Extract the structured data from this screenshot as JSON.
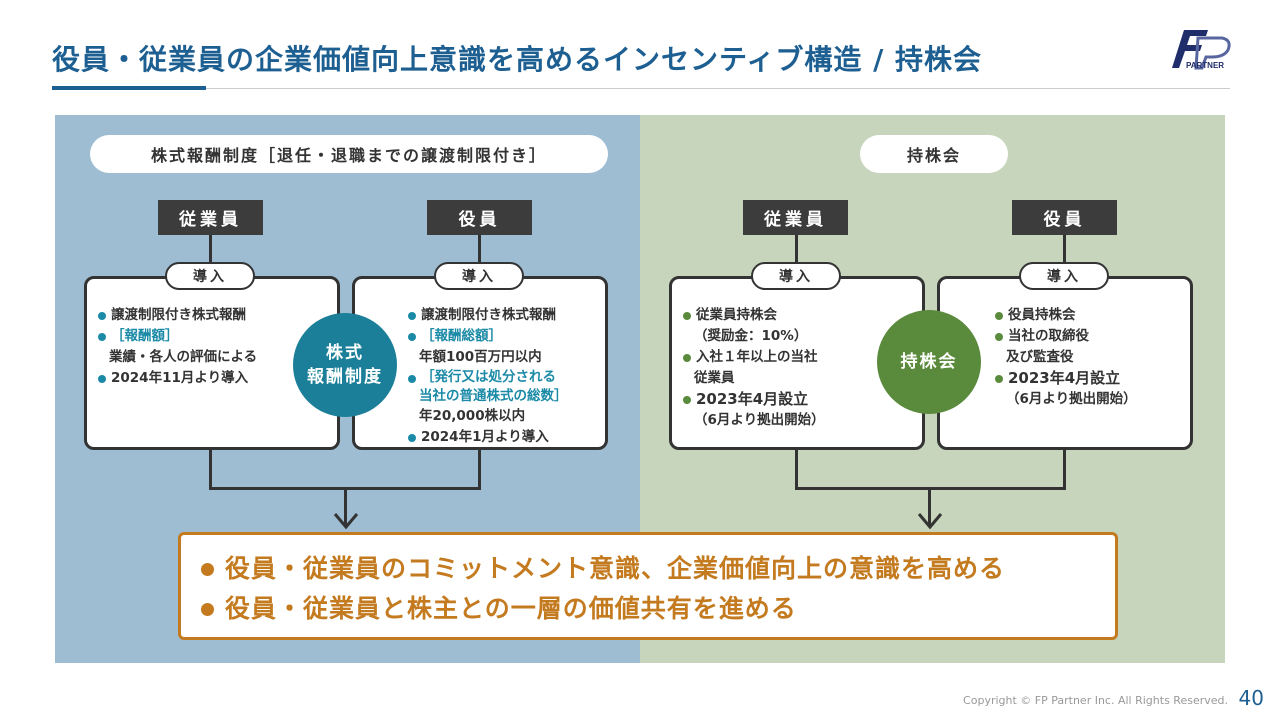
{
  "title": "役員・従業員の企業価値向上意識を高めるインセンティブ構造 / 持株会",
  "logo": {
    "text": "FP PARTNER",
    "brand_color": "#1f2d6b"
  },
  "left": {
    "header": "株式報酬制度［退任・退職までの譲渡制限付き］",
    "circle": [
      "株式",
      "報酬制度"
    ],
    "employee": {
      "tag": "従業員",
      "tab": "導入",
      "items": [
        {
          "lines": [
            "譲渡制限付き株式報酬"
          ]
        },
        {
          "hl": "［報酬額］",
          "lines": [
            "業績・各人の評価による"
          ]
        },
        {
          "lines": [
            "2024年11月より導入"
          ]
        }
      ]
    },
    "officer": {
      "tag": "役員",
      "tab": "導入",
      "items": [
        {
          "lines": [
            "譲渡制限付き株式報酬"
          ]
        },
        {
          "hl": "［報酬総額］",
          "lines": [
            "年額100百万円以内"
          ]
        },
        {
          "hl": "［発行又は処分される",
          "hl2": "当社の普通株式の総数］",
          "lines": [
            "年20,000株以内"
          ]
        },
        {
          "lines": [
            "2024年1月より導入"
          ]
        }
      ]
    }
  },
  "right": {
    "header": "持株会",
    "circle": [
      "持株会"
    ],
    "employee": {
      "tag": "従業員",
      "tab": "導入",
      "items": [
        {
          "lines": [
            "従業員持株会",
            "（奨励金：10%）"
          ]
        },
        {
          "lines": [
            "入社１年以上の当社",
            "従業員"
          ]
        },
        {
          "lines": [
            "2023年4月設立",
            "（6月より拠出開始）"
          ]
        }
      ]
    },
    "officer": {
      "tag": "役員",
      "tab": "導入",
      "items": [
        {
          "lines": [
            "役員持株会"
          ]
        },
        {
          "lines": [
            "当社の取締役",
            "及び監査役"
          ]
        },
        {
          "lines": [
            "2023年4月設立",
            "（6月より拠出開始）"
          ]
        }
      ]
    }
  },
  "result": [
    "役員・従業員のコミットメント意識、企業価値向上の意識を高める",
    "役員・従業員と株主との一層の価値共有を進める"
  ],
  "footer": {
    "copyright": "Copyright © FP Partner Inc. All Rights Reserved.",
    "page": "40"
  },
  "colors": {
    "title": "#1e5f92",
    "left_panel": "#9fbdd2",
    "right_panel": "#c6d5bb",
    "teal": "#1b7f99",
    "green": "#5a8a3c",
    "orange": "#c47a1f"
  }
}
